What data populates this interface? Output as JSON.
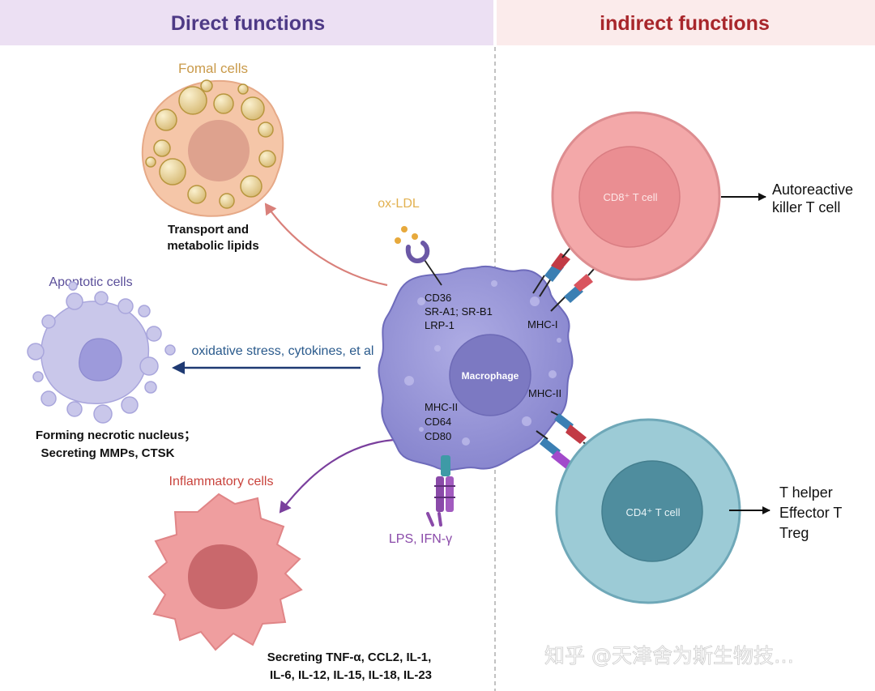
{
  "headers": {
    "direct": "Direct  functions",
    "indirect": "indirect functions"
  },
  "cells": {
    "foam": {
      "title": "Fomal cells",
      "line1": "Transport and",
      "line2": "metabolic lipids"
    },
    "apoptotic": {
      "title": "Apoptotic cells",
      "line1": "Forming necrotic nucleus；",
      "line2": "Secreting MMPs, CTSK"
    },
    "inflammatory": {
      "title": "Inflammatory cells",
      "line1": "Secreting TNF-α, CCL2, IL-1,",
      "line2": "IL-6, IL-12, IL-15, IL-18, IL-23"
    },
    "macrophage": {
      "name": "Macrophage",
      "receptors_top": [
        "CD36",
        "SR-A1; SR-B1",
        "LRP-1"
      ],
      "receptors_bottom": [
        "MHC-II",
        "CD64",
        "CD80"
      ],
      "mhc1": "MHC-I",
      "mhc2": "MHC-II"
    },
    "cd8": {
      "name": "CD8⁺ T cell",
      "out1": "Autoreactive",
      "out2": "killer T cell"
    },
    "cd4": {
      "name": "CD4⁺ T cell",
      "out1": "T helper",
      "out2": "Effector T",
      "out3": "Treg"
    }
  },
  "annotations": {
    "oxldl": "ox-LDL",
    "oxidative": "oxidative stress, cytokines, et al",
    "lps": "LPS, IFN-γ"
  },
  "watermark": "知乎 @天津舍为斯生物技…",
  "colors": {
    "direct_header_bg": "#ece0f3",
    "direct_header_text": "#4e3a86",
    "indirect_header_bg": "#fbebeb",
    "indirect_header_text": "#a8262b",
    "macrophage": "#9a98d8",
    "foam": "#f5c6a8",
    "apoptotic": "#c9c7ea",
    "inflammatory": "#ef9e9f",
    "cd8": "#f3a8a9",
    "cd4": "#9ccbd6"
  }
}
